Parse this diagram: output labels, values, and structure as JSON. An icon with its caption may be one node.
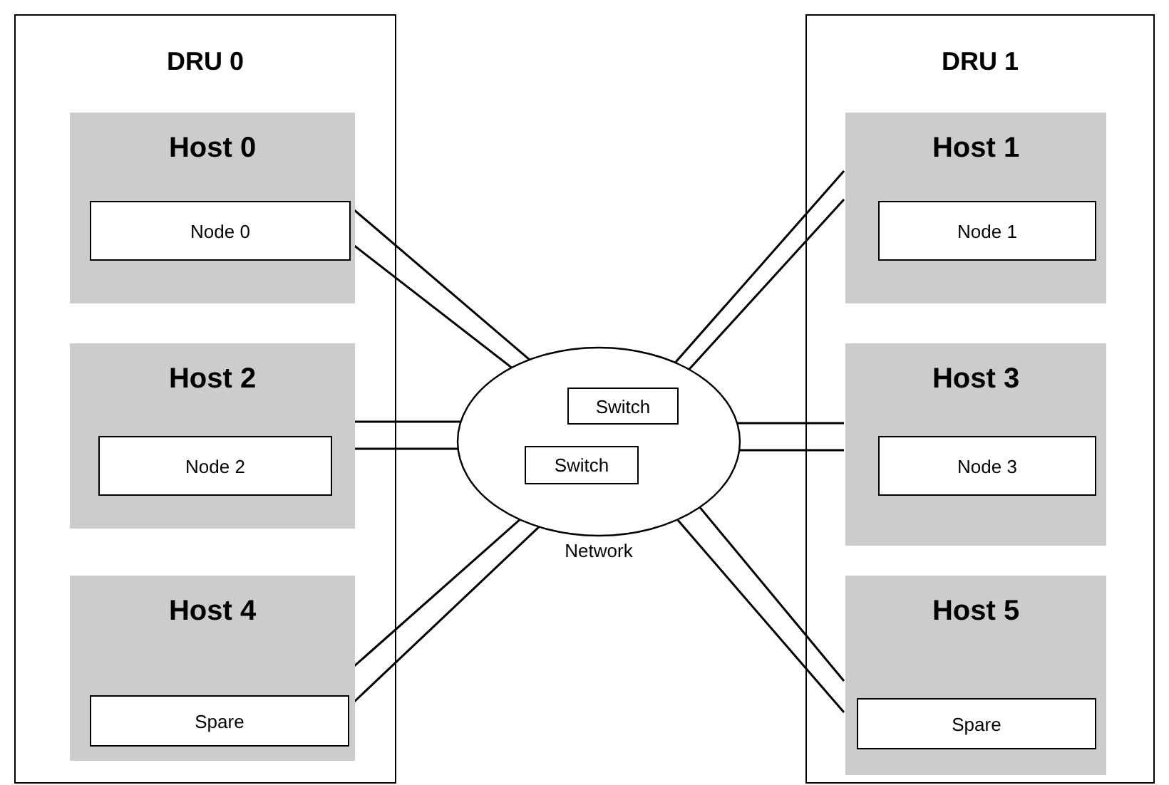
{
  "diagram": {
    "nodes": [
      {
        "text": [
          "DRU 0"
        ]
      },
      {
        "text": [
          "Host 0"
        ],
        "in": 0
      },
      {
        "text": [
          "Node 0"
        ],
        "in": 1
      },
      {
        "text": [
          "Host 2"
        ],
        "in": 0
      },
      {
        "text": [
          "Node 2"
        ],
        "in": 3
      },
      {
        "text": [
          "Host 4"
        ],
        "in": 0
      },
      {
        "text": [
          "Spare"
        ],
        "in": 5
      },
      {
        "text": [
          "DRU 1"
        ]
      },
      {
        "text": [
          "Host 1"
        ],
        "in": 7
      },
      {
        "text": [
          "Node 1"
        ],
        "in": 8
      },
      {
        "text": [
          "Host 3"
        ],
        "in": 7
      },
      {
        "text": [
          "Node 3"
        ],
        "in": 10
      },
      {
        "text": [
          "Host 5"
        ],
        "in": 7
      },
      {
        "text": [
          "Spare"
        ],
        "in": 12
      },
      {
        "text": [],
        "shape": "ellipse",
        "beside": [
          "Network"
        ]
      },
      {
        "text": [
          "Switch"
        ],
        "in": 14
      },
      {
        "text": [
          "Switch"
        ],
        "in": 14
      }
    ],
    "edges": [
      {
        "from": 1,
        "to": 14,
        "arrow": "none"
      },
      {
        "from": 1,
        "to": 14,
        "arrow": "none"
      },
      {
        "from": 3,
        "to": 14,
        "arrow": "none"
      },
      {
        "from": 3,
        "to": 14,
        "arrow": "none"
      },
      {
        "from": 5,
        "to": 14,
        "arrow": "none"
      },
      {
        "from": 5,
        "to": 14,
        "arrow": "none"
      },
      {
        "from": 8,
        "to": 14,
        "arrow": "none"
      },
      {
        "from": 8,
        "to": 14,
        "arrow": "none"
      },
      {
        "from": 10,
        "to": 14,
        "arrow": "none"
      },
      {
        "from": 10,
        "to": 14,
        "arrow": "none"
      },
      {
        "from": 12,
        "to": 14,
        "arrow": "none"
      },
      {
        "from": 12,
        "to": 14,
        "arrow": "none"
      }
    ]
  }
}
